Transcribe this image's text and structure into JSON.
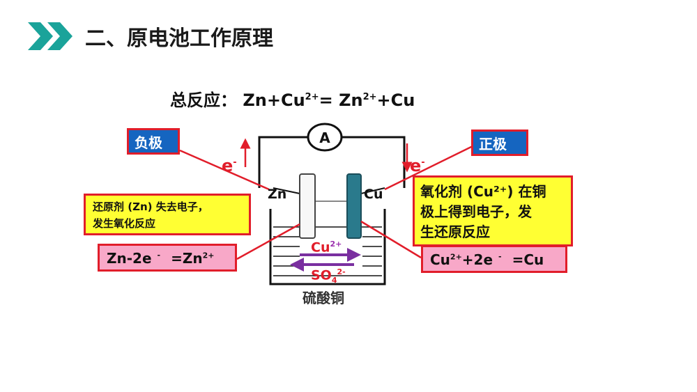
{
  "header": {
    "title": "二、原电池工作原理",
    "icon": "double-chevron-icon",
    "accent": "#1aa39a"
  },
  "reaction": {
    "label": "总反应：",
    "lhs_a": "Zn+Cu",
    "lhs_sup": "2+",
    "eq_zn": "= Zn",
    "rhs_sup": "2+",
    "rhs_end": "+Cu"
  },
  "ammeter": {
    "label": "A"
  },
  "negative": {
    "pole_label": "负极",
    "electron": "e",
    "electron_sup": "-",
    "electrode": "Zn",
    "note": [
      "还原剂 (Zn) 失去电子，",
      "发生氧化反应"
    ],
    "eq_a": "Zn-2e",
    "eq_sup1": "-",
    "eq_b": " =Zn",
    "eq_sup2": "2+"
  },
  "positive": {
    "pole_label": "正极",
    "electron": "e",
    "electron_sup": "-",
    "electrode": "Cu",
    "note": [
      "氧化剂 (Cu²⁺) 在铜",
      "极上得到电子，发",
      "生还原反应"
    ],
    "eq_a": "Cu",
    "eq_sup1": "2+",
    "eq_b": "+2e",
    "eq_sup2": "-",
    "eq_c": " =Cu"
  },
  "solution": {
    "cation": "Cu",
    "cation_sup": "2+",
    "anion": "SO",
    "anion_sub": "4",
    "anion_sup": "2-",
    "name": "硫酸铜"
  },
  "colors": {
    "red": "#e11d2a",
    "blue": "#1565c0",
    "yellow": "#ffff33",
    "pink": "#f8a8c8",
    "ion": "#9b2fae",
    "cu_electrode": "#2a7a8c"
  }
}
